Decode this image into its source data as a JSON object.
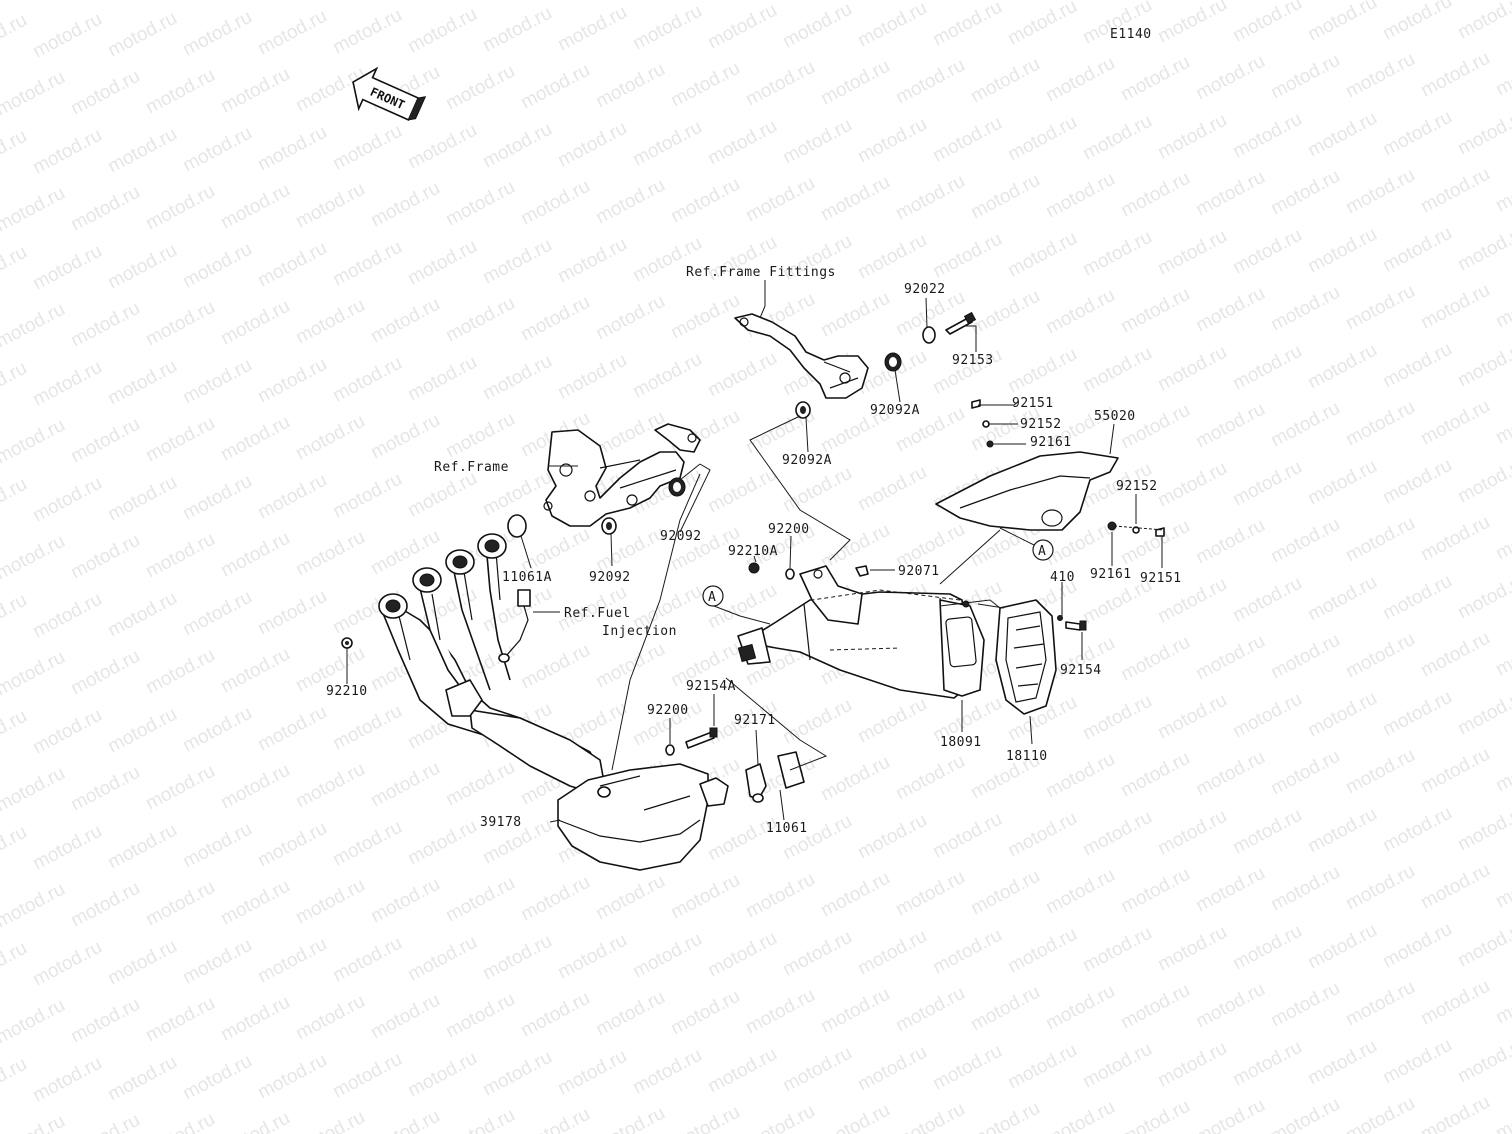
{
  "diagram_code": "E1140",
  "front_marker": "FRONT",
  "watermark": "motod.ru",
  "callout_letter": "A",
  "labels": {
    "ref_frame_fittings": "Ref.Frame Fittings",
    "ref_frame": "Ref.Frame",
    "ref_fuel": "Ref.Fuel",
    "injection": "Injection",
    "p92022": "92022",
    "p92153": "92153",
    "p92092A_top": "92092A",
    "p92092A_mid": "92092A",
    "p92151_top": "92151",
    "p92152_top": "92152",
    "p92161_top": "92161",
    "p55020": "55020",
    "p92152_right": "92152",
    "p92161_right": "92161",
    "p92151_right": "92151",
    "p92092_a": "92092",
    "p92092_b": "92092",
    "p11061A": "11061A",
    "p92200_top": "92200",
    "p92210A": "92210A",
    "p92071": "92071",
    "p410": "410",
    "p92154": "92154",
    "p92210": "92210",
    "p92154A": "92154A",
    "p92200_low": "92200",
    "p92171": "92171",
    "p18091": "18091",
    "p18110": "18110",
    "p39178": "39178",
    "p11061": "11061"
  }
}
